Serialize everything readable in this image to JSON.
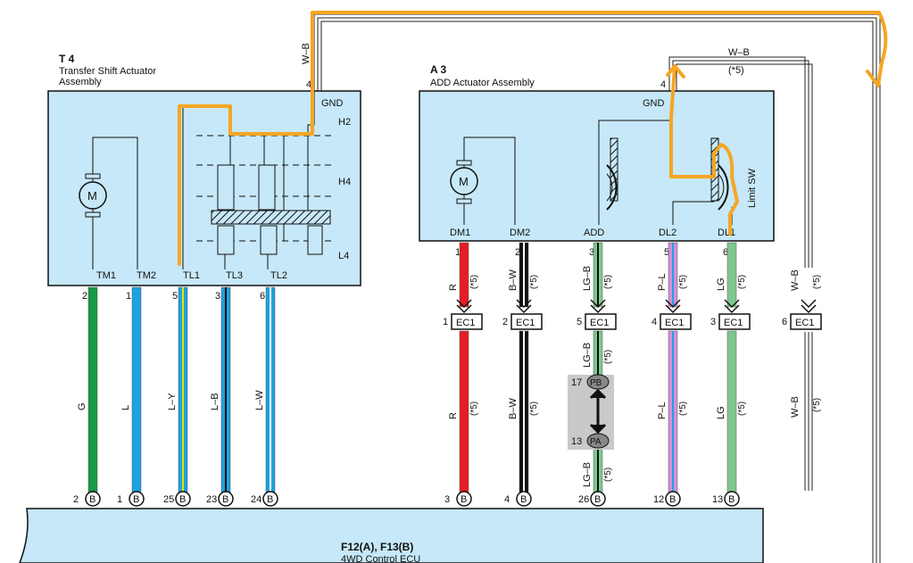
{
  "components": {
    "t4": {
      "ref": "T 4",
      "name_line1": "Transfer Shift Actuator",
      "name_line2": "Assembly",
      "gnd_label": "GND",
      "gnd_pin": "4",
      "gnd_wire": "W–B",
      "switch_labels": [
        "H2",
        "H4",
        "L4"
      ],
      "motor_label": "M",
      "terminals": [
        "TM1",
        "TM2",
        "TL1",
        "TL3",
        "TL2"
      ]
    },
    "a3": {
      "ref": "A 3",
      "name": "ADD Actuator Assembly",
      "gnd_label": "GND",
      "gnd_pin": "4",
      "motor_label": "M",
      "limit_sw": "Limit SW",
      "terminals": [
        "DM1",
        "DM2",
        "ADD",
        "DL2",
        "DL1"
      ]
    },
    "ecu": {
      "ref": "F12(A), F13(B)",
      "name": "4WD Control ECU"
    }
  },
  "top_wire": {
    "label": "W–B"
  },
  "a3_gnd_wire": {
    "label": "W–B",
    "note": "(*5)"
  },
  "t4_wires": [
    {
      "pin": "2",
      "color_name": "G",
      "ecu_pin": "2",
      "ecu_conn": "B",
      "ecu_term": "TM1",
      "color": "#169a48",
      "stripe": null
    },
    {
      "pin": "1",
      "color_name": "L",
      "ecu_pin": "1",
      "ecu_conn": "B",
      "ecu_term": "TM2",
      "color": "#1ea2e0",
      "stripe": null
    },
    {
      "pin": "5",
      "color_name": "L–Y",
      "ecu_pin": "25",
      "ecu_conn": "B",
      "ecu_term": "TL1",
      "color": "#1ea2e0",
      "stripe": "#e8e200"
    },
    {
      "pin": "3",
      "color_name": "L–B",
      "ecu_pin": "23",
      "ecu_conn": "B",
      "ecu_term": "TL3",
      "color": "#1ea2e0",
      "stripe": "#111111"
    },
    {
      "pin": "6",
      "color_name": "L–W",
      "ecu_pin": "24",
      "ecu_conn": "B",
      "ecu_term": "TL2",
      "color": "#1ea2e0",
      "stripe": "#ffffff"
    }
  ],
  "a3_wires": [
    {
      "pin": "1",
      "color_name": "R",
      "conn_pin": "1",
      "conn": "EC1",
      "ecu_pin": "3",
      "ecu_conn": "B",
      "ecu_term": "DM1",
      "note": "(*5)",
      "color": "#e31e24",
      "stripe": null
    },
    {
      "pin": "2",
      "color_name": "B–W",
      "conn_pin": "2",
      "conn": "EC1",
      "ecu_pin": "4",
      "ecu_conn": "B",
      "ecu_term": "DM2",
      "note": "(*5)",
      "color": "#111111",
      "stripe": "#ffffff"
    },
    {
      "pin": "3",
      "color_name": "LG–B",
      "conn_pin": "5",
      "conn": "EC1",
      "ecu_pin": "26",
      "ecu_conn": "B",
      "ecu_term": "ADD",
      "note": "(*5)",
      "color": "#7ec88f",
      "stripe": "#111111"
    },
    {
      "pin": "5",
      "color_name": "P–L",
      "conn_pin": "4",
      "conn": "EC1",
      "ecu_pin": "12",
      "ecu_conn": "B",
      "ecu_term": "DL2",
      "note": "(*5)",
      "color": "#d590d6",
      "stripe": "#1ea2e0"
    },
    {
      "pin": "6",
      "color_name": "LG",
      "conn_pin": "3",
      "conn": "EC1",
      "ecu_pin": "13",
      "ecu_conn": "B",
      "ecu_term": "DL1",
      "note": "(*5)",
      "color": "#7ec88f",
      "stripe": null
    }
  ],
  "gnd_branch": {
    "conn_pin": "6",
    "conn": "EC1",
    "color_name": "W–B",
    "note": "(*5)"
  },
  "junction": {
    "upper_pin": "17",
    "upper_label": "PB",
    "lower_pin": "13",
    "lower_label": "PA"
  },
  "colors": {
    "body_fill": "#c6e8f8",
    "highlight": "#f5a623"
  }
}
